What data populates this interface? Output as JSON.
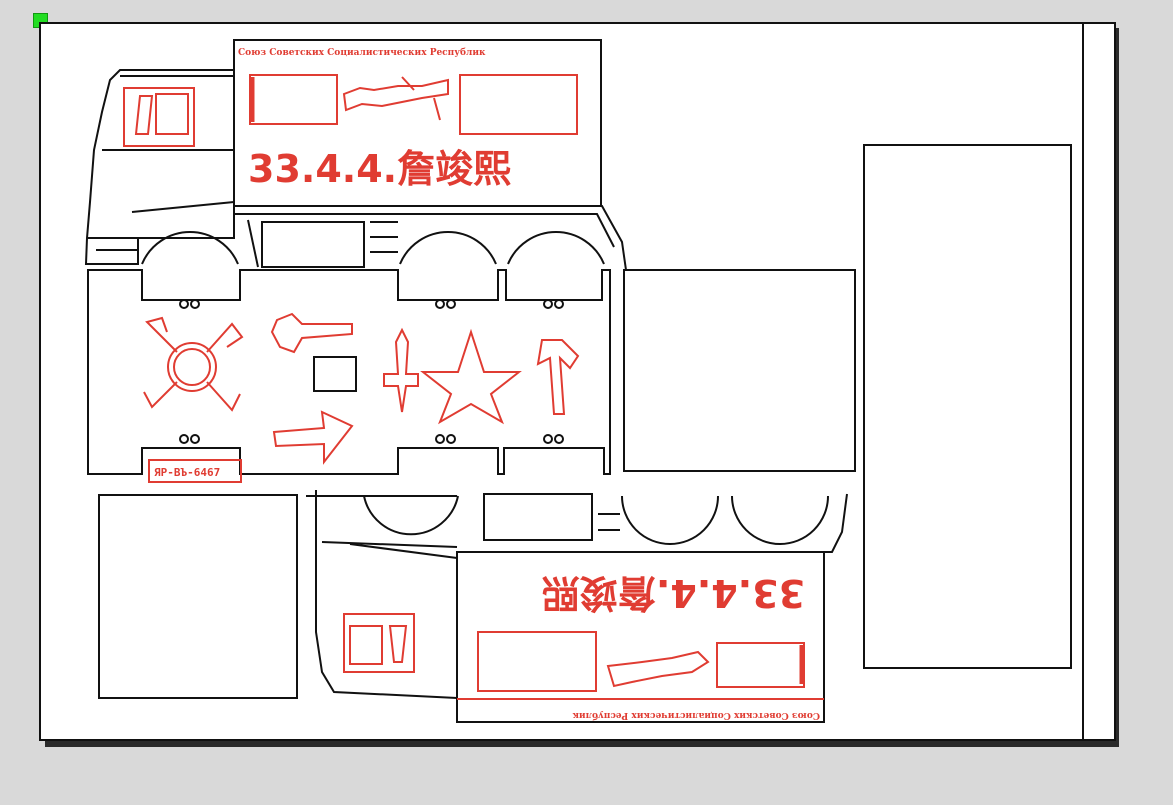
{
  "canvas": {
    "page_background": "#ffffff",
    "workspace_background": "#d9d9d9"
  },
  "colors": {
    "outline": "#111111",
    "engrave": "#e03c32",
    "origin_marker": "#22dd22"
  },
  "panels": {
    "top_banner": "Союз Советских Социалистических Республик",
    "top_code": "33.4.4.詹竣熙",
    "license_plate": "ЯР-ВЪ-6467",
    "bottom_banner": "Союз Советских Социалистических Республик",
    "bottom_code": "33.4.4.詹竣熙"
  },
  "icons": [
    "origin-marker-icon",
    "star-icon",
    "sword-icon",
    "pickaxe-icon",
    "arrow-icon",
    "ring-arrows-icon",
    "machine-gun-icon",
    "hammer-sickle-icon"
  ]
}
